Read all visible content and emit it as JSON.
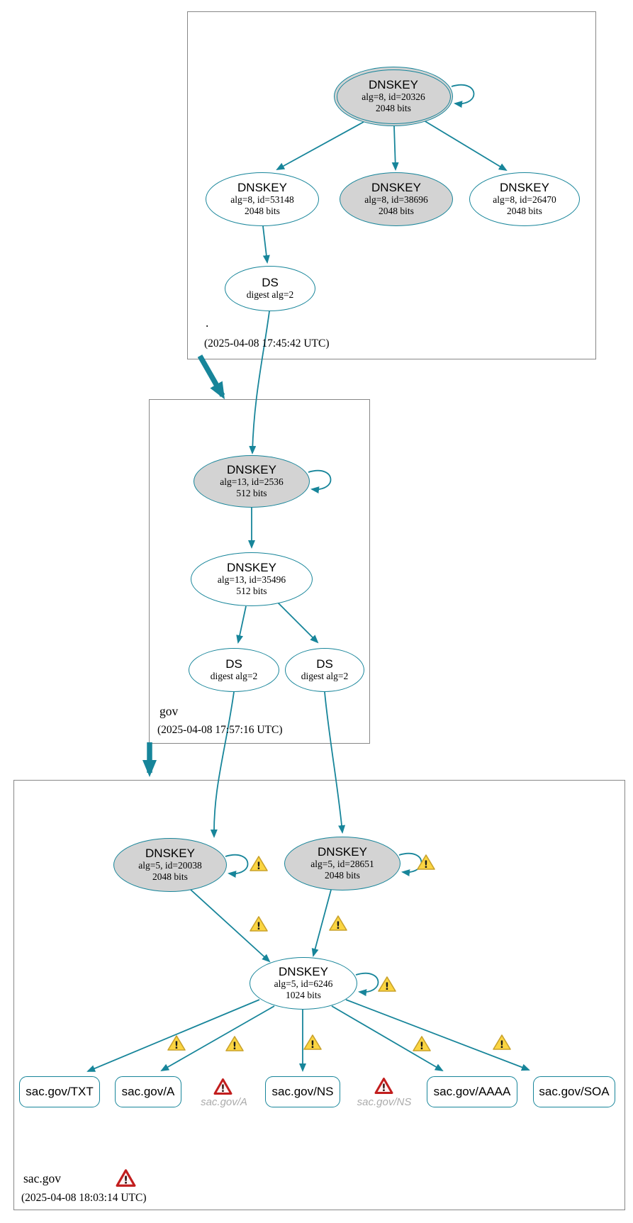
{
  "colors": {
    "edge_teal": "#17859a",
    "node_fill_gray": "#d3d3d3",
    "zone_border_gray": "#878787",
    "warning_yellow": "#fbd541",
    "error_red": "#c21e1e",
    "missing_label_gray": "#ababab"
  },
  "icons": {
    "warning_glyph": "!",
    "error_glyph": "!"
  },
  "zones": {
    "root": {
      "name": ".",
      "timestamp": "(2025-04-08 17:45:42 UTC)",
      "nodes": {
        "ksk": {
          "title": "DNSKEY",
          "alg": "alg=8, id=20326",
          "bits": "2048 bits"
        },
        "zsk1": {
          "title": "DNSKEY",
          "alg": "alg=8, id=53148",
          "bits": "2048 bits"
        },
        "zsk2": {
          "title": "DNSKEY",
          "alg": "alg=8, id=38696",
          "bits": "2048 bits"
        },
        "zsk3": {
          "title": "DNSKEY",
          "alg": "alg=8, id=26470",
          "bits": "2048 bits"
        },
        "ds": {
          "title": "DS",
          "alg": "digest alg=2"
        }
      }
    },
    "gov": {
      "name": "gov",
      "timestamp": "(2025-04-08 17:57:16 UTC)",
      "nodes": {
        "ksk": {
          "title": "DNSKEY",
          "alg": "alg=13, id=2536",
          "bits": "512 bits"
        },
        "zsk": {
          "title": "DNSKEY",
          "alg": "alg=13, id=35496",
          "bits": "512 bits"
        },
        "ds1": {
          "title": "DS",
          "alg": "digest alg=2"
        },
        "ds2": {
          "title": "DS",
          "alg": "digest alg=2"
        }
      }
    },
    "sacgov": {
      "name": "sac.gov",
      "timestamp": "(2025-04-08 18:03:14 UTC)",
      "nodes": {
        "ksk1": {
          "title": "DNSKEY",
          "alg": "alg=5, id=20038",
          "bits": "2048 bits"
        },
        "ksk2": {
          "title": "DNSKEY",
          "alg": "alg=5, id=28651",
          "bits": "2048 bits"
        },
        "zsk": {
          "title": "DNSKEY",
          "alg": "alg=5, id=6246",
          "bits": "1024 bits"
        }
      },
      "rrsets": [
        {
          "label": "sac.gov/TXT"
        },
        {
          "label": "sac.gov/A"
        },
        {
          "label": "sac.gov/NS"
        },
        {
          "label": "sac.gov/AAAA"
        },
        {
          "label": "sac.gov/SOA"
        }
      ],
      "missing": [
        {
          "label": "sac.gov/A"
        },
        {
          "label": "sac.gov/NS"
        }
      ]
    }
  }
}
